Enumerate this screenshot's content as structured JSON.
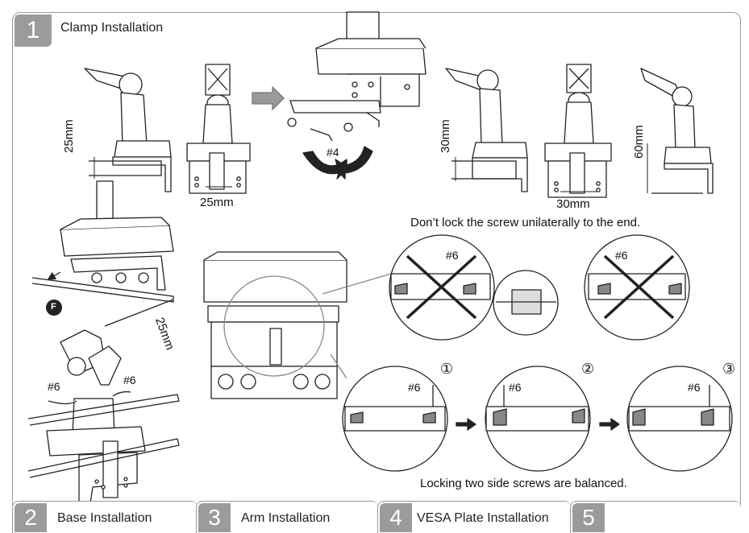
{
  "header": {
    "step_number": "1",
    "title": "Clamp Installation"
  },
  "labels": {
    "dim_25mm_vertical": "25mm",
    "dim_25mm_horizontal": "25mm",
    "dim_30mm_vertical": "30mm",
    "dim_30mm_horizontal": "30mm",
    "dim_60mm_vertical": "60mm",
    "dim_25mm_slanted": "25mm",
    "wrench_4": "#4",
    "wrench_6_top_left": "#6",
    "wrench_6_top_right": "#6",
    "wrench_6_step1": "#6",
    "wrench_6_step2": "#6",
    "wrench_6_step3": "#6",
    "wrench_6_left_base": "#6",
    "wrench_6_right_base": "#6",
    "step_circle_1": "①",
    "step_circle_2": "②",
    "step_circle_3": "③",
    "letter_f": "F",
    "warning_text": "Don’t lock the screw unilaterally to the end.",
    "balanced_text": "Locking two side screws are balanced."
  },
  "tabs": [
    {
      "number": "2",
      "label": "Base Installation"
    },
    {
      "number": "3",
      "label": "Arm Installation"
    },
    {
      "number": "4",
      "label": "VESA Plate Installation"
    },
    {
      "number": "5",
      "label": ""
    }
  ]
}
